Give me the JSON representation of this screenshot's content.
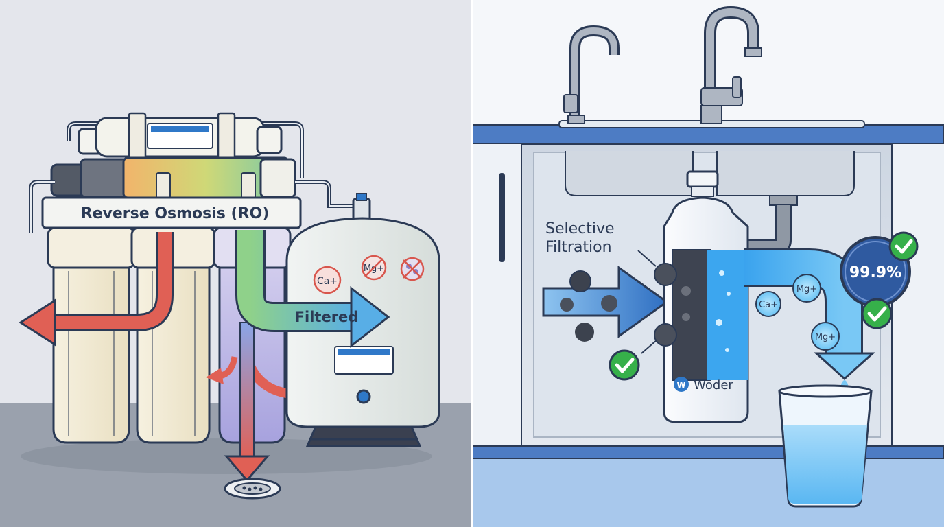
{
  "left_panel": {
    "title": "Reverse Osmosis (RO)",
    "filtered_label": "Filtered",
    "minerals": {
      "ca": "Ca+",
      "mg": "Mg+"
    }
  },
  "right_panel": {
    "selective_label_line1": "Selective",
    "selective_label_line2": "Filtration",
    "brand": "Woder",
    "minerals": {
      "ca": "Ca+",
      "mg1": "Mg+",
      "mg2": "Mg+"
    },
    "percent_badge": "99.9%"
  },
  "colors": {
    "left_bg": "#e4e6ec",
    "left_floor": "#9aa1ad",
    "right_bg": "#ffffff",
    "counter": "#4d7cc4",
    "water_blue": "#3da9f0",
    "arrow_red": "#e06055",
    "arrow_green": "#7cc56a",
    "check_green": "#36b04a",
    "badge_navy": "#2f5aa0",
    "outline": "#2b3a55"
  },
  "icons": [
    "check-icon",
    "drain-icon",
    "water-drop-icon",
    "contaminant-particle-icon",
    "faucet-icon"
  ]
}
